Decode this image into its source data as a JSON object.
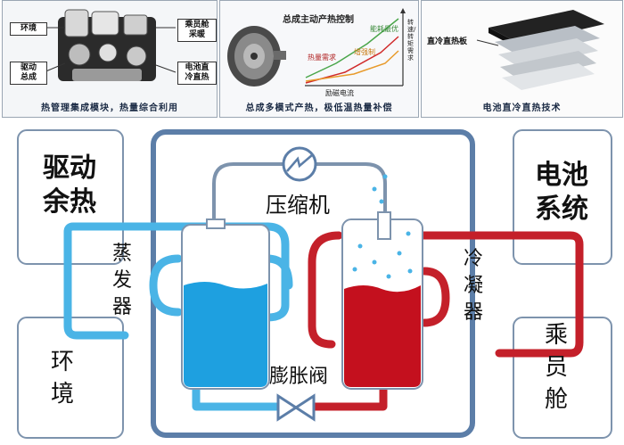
{
  "panels": {
    "p1": {
      "caption": "热管理集成模块，热量综合利用",
      "labels": {
        "env": "环境",
        "cabin": "乘员舱\n采暖",
        "drive": "驱动\n总成",
        "battery": "电池直\n冷直热"
      }
    },
    "p2": {
      "title": "总成主动产热控制",
      "caption": "总成多模式产热，极低温热量补偿",
      "chart": {
        "xlabel": "励磁电流",
        "ylabel": "转速/转矩需求",
        "curves": [
          "能耗最优",
          "热量需求",
          "增强制"
        ]
      }
    },
    "p3": {
      "plate_label": "直冷直热板",
      "caption": "电池直冷直热技术"
    }
  },
  "diagram": {
    "left_top": "驱动\n余热",
    "left_bottom": "环\n境",
    "right_top": "电池\n系统",
    "right_bottom": "乘\n员\n舱",
    "compressor": "压缩机",
    "evaporator": "蒸\n发\n器",
    "condenser": "冷\n凝\n器",
    "valve": "膨胀阀",
    "colors": {
      "cold": "#4ab4e6",
      "hot": "#c4202a",
      "frame": "#5c7ea8"
    }
  }
}
